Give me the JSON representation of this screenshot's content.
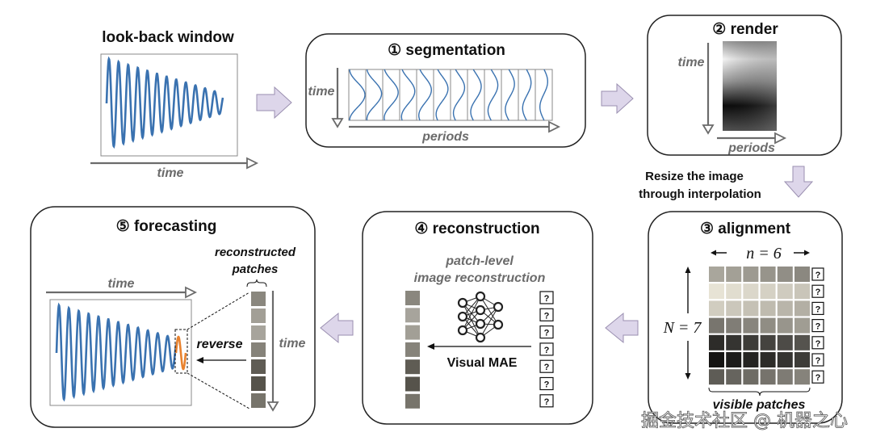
{
  "lookback": {
    "title": "look-back window",
    "xlabel": "time"
  },
  "steps": [
    {
      "number": "①",
      "title": "segmentation",
      "ylabel": "time",
      "xlabel": "periods",
      "segments": 12
    },
    {
      "number": "②",
      "title": "render",
      "ylabel": "time",
      "xlabel": "periods"
    },
    {
      "number": "③",
      "title": "alignment",
      "n_label": "n = 6",
      "N_label": "N = 7",
      "cols": 6,
      "rows": 7,
      "bottom_label": "visible patches",
      "mask_symbol": "?"
    },
    {
      "number": "④",
      "title": "reconstruction",
      "subtitle_line1": "patch-level",
      "subtitle_line2": "image reconstruction",
      "model_label": "Visual MAE",
      "mask_symbol": "?",
      "patch_count": 7
    },
    {
      "number": "⑤",
      "title": "forecasting",
      "xlabel": "time",
      "patches_label_line1": "reconstructed",
      "patches_label_line2": "patches",
      "reverse_label": "reverse",
      "time_label": "time",
      "patch_count": 7
    }
  ],
  "transition_note": {
    "line1": "Resize the image",
    "line2": "through interpolation"
  },
  "watermark": "掘金技术社区 @ 机器之心",
  "colors": {
    "series": "#3a72b0",
    "forecast": "#e8822e",
    "arrow_fill": "#ddd6ea",
    "arrow_stroke": "#9a8fb0",
    "axis": "#6b6b6b",
    "panel_border": "#222222"
  }
}
